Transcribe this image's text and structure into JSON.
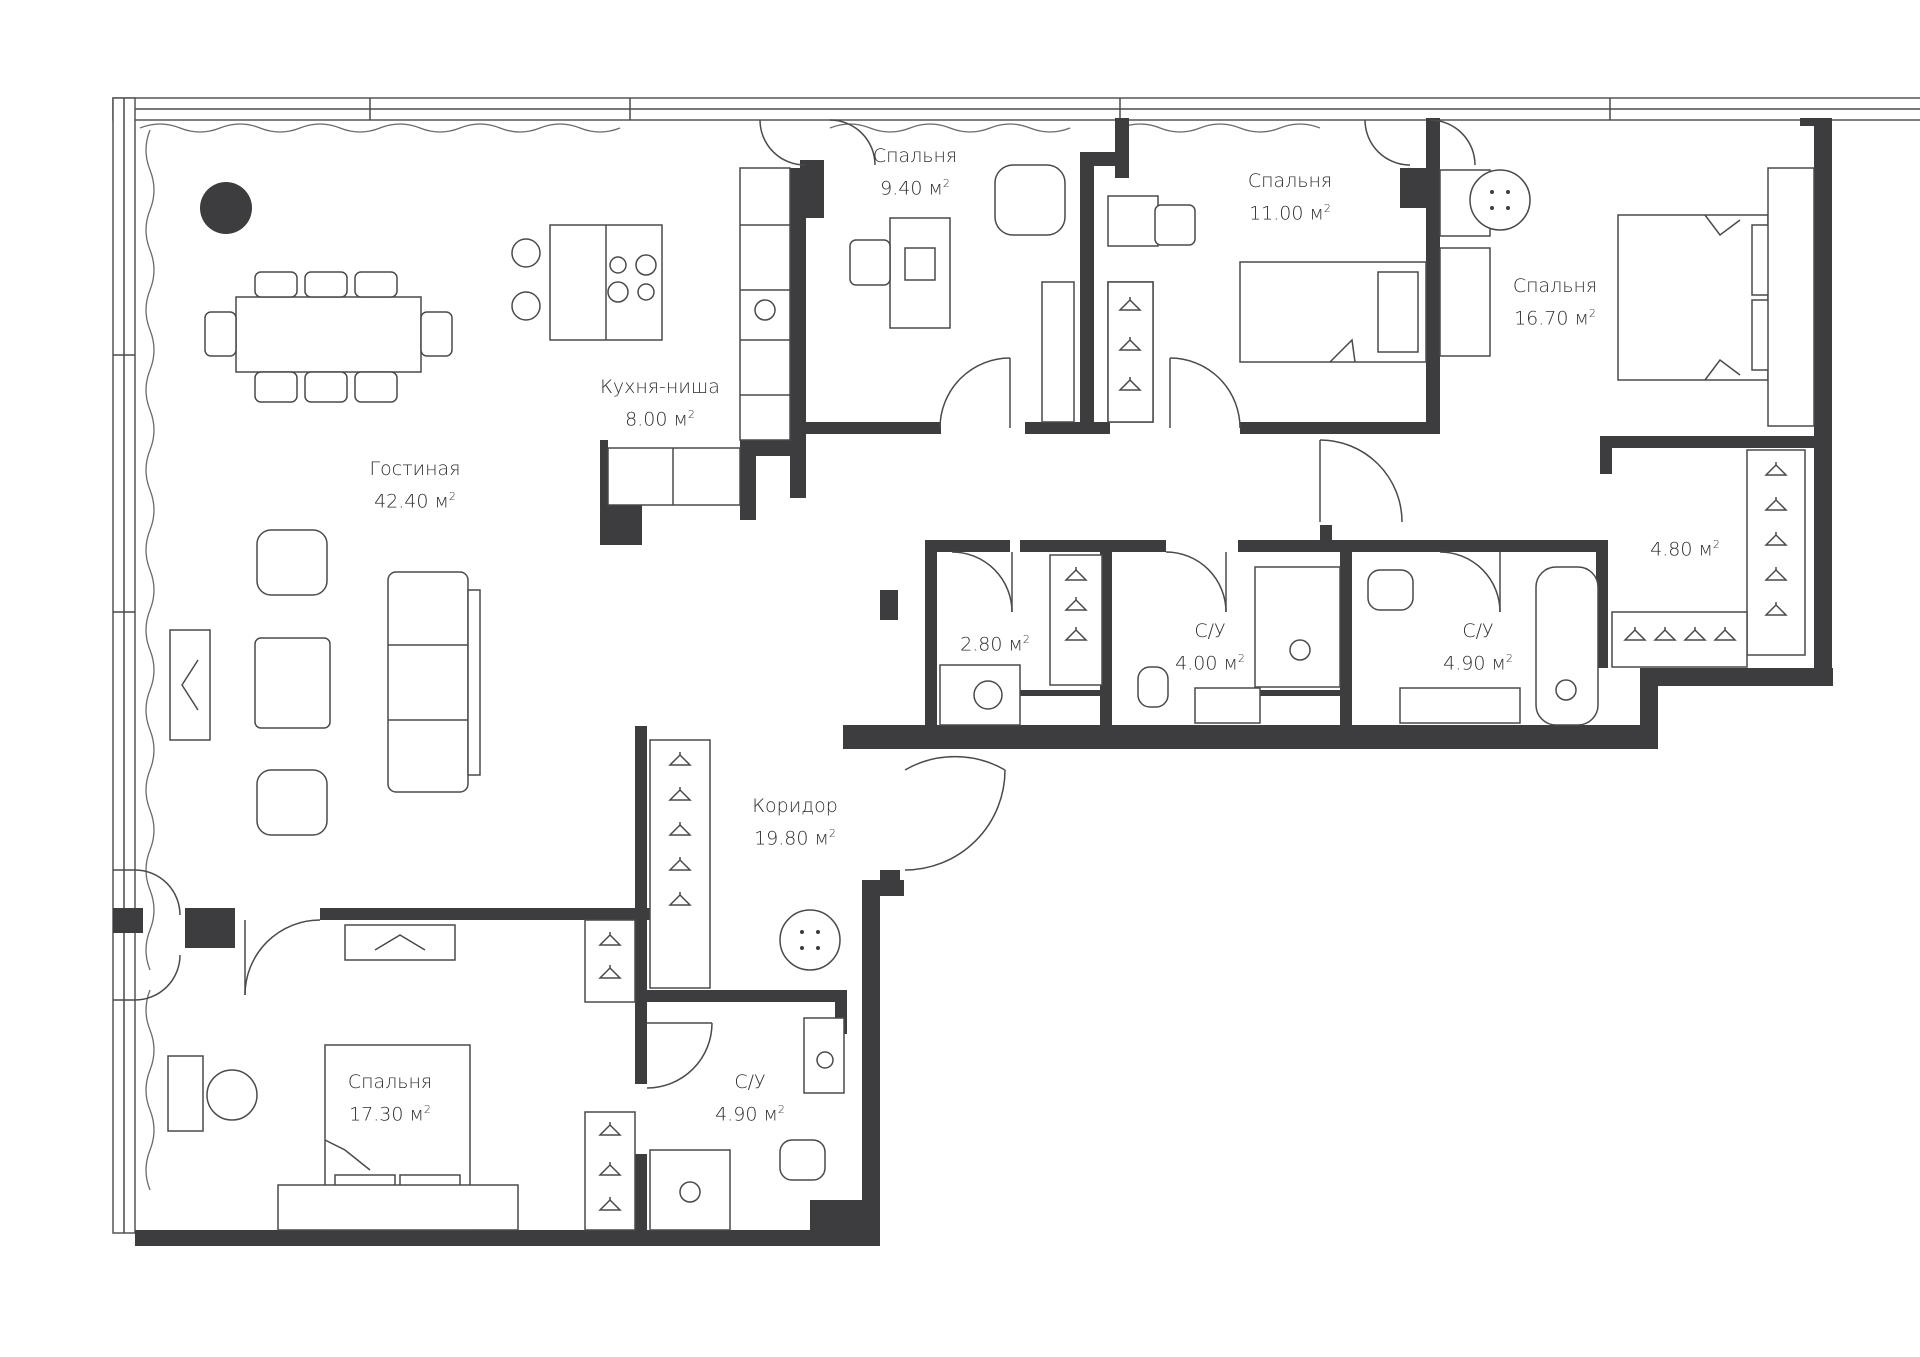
{
  "plan": {
    "area_unit": "м",
    "area_power": "2",
    "rooms": [
      {
        "id": "living",
        "name": "Гостиная",
        "area": "42.40"
      },
      {
        "id": "kitchen",
        "name": "Кухня-ниша",
        "area": "8.00"
      },
      {
        "id": "bedroom-1",
        "name": "Спальня",
        "area": "9.40"
      },
      {
        "id": "bedroom-2",
        "name": "Спальня",
        "area": "11.00"
      },
      {
        "id": "bedroom-3",
        "name": "Спальня",
        "area": "16.70"
      },
      {
        "id": "wardrobe-1",
        "name": "",
        "area": "4.80"
      },
      {
        "id": "storage",
        "name": "",
        "area": "2.80"
      },
      {
        "id": "bathroom-1",
        "name": "С/У",
        "area": "4.00"
      },
      {
        "id": "bathroom-2",
        "name": "С/У",
        "area": "4.90"
      },
      {
        "id": "corridor",
        "name": "Коридор",
        "area": "19.80"
      },
      {
        "id": "bedroom-4",
        "name": "Спальня",
        "area": "17.30"
      },
      {
        "id": "bathroom-3",
        "name": "С/У",
        "area": "4.90"
      }
    ],
    "colors": {
      "wall": "#3d3d3f",
      "line": "#4a4a4a",
      "background": "#ffffff"
    },
    "icons": [
      "wardrobe-hanger-icon",
      "toilet-icon",
      "sink-icon",
      "shower-icon",
      "bathtub-icon",
      "bed-icon",
      "sofa-icon",
      "armchair-icon",
      "dining-table-icon",
      "cooktop-icon",
      "washing-machine-icon",
      "tv-icon",
      "ottoman-icon",
      "plant-icon"
    ]
  }
}
